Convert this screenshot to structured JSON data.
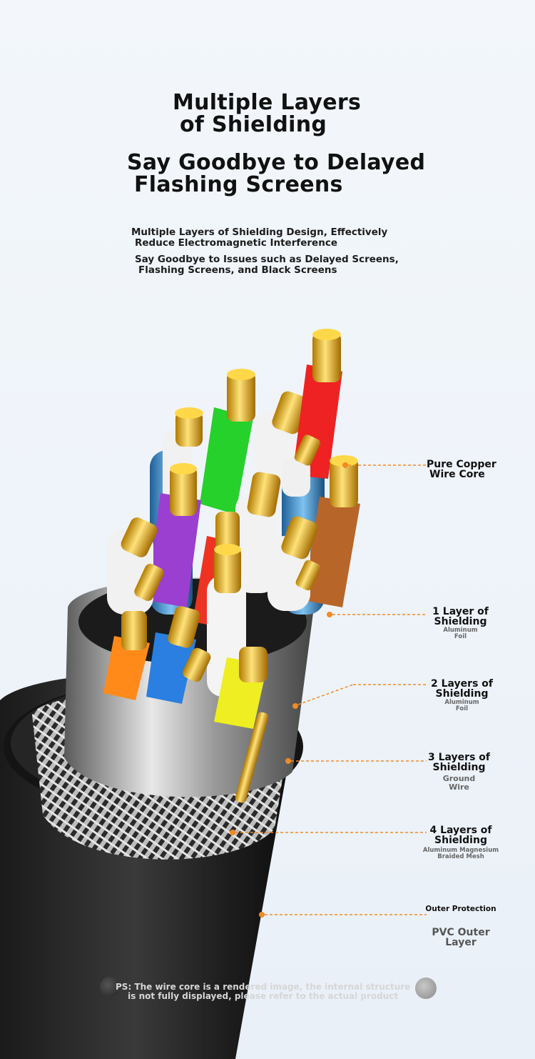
{
  "headline": {
    "line1": "Multiple Layers",
    "line2": "of Shielding",
    "line3": "Say Goodbye to Delayed",
    "line4": "Flashing Screens"
  },
  "description": {
    "p1_line1": "Multiple Layers of Shielding Design, Effectively",
    "p1_line2": "Reduce Electromagnetic Interference",
    "p2_line1": "Say Goodbye to Issues such as Delayed Screens,",
    "p2_line2": "Flashing Screens, and Black Screens"
  },
  "callouts": [
    {
      "main1": "Pure Copper",
      "main2": "Wire Core"
    },
    {
      "main1": "1 Layer of",
      "main2": "Shielding",
      "sub1": "Aluminum",
      "sub2": "Foil"
    },
    {
      "main1": "2 Layers of",
      "main2": "Shielding",
      "sub1": "Aluminum",
      "sub2": "Foil"
    },
    {
      "main1": "3 Layers of",
      "main2": "Shielding",
      "sub1": "Ground",
      "sub2": "Wire"
    },
    {
      "main1": "4 Layers of",
      "main2": "Shielding",
      "sub1": "Aluminum Magnesium",
      "sub2": "Braided Mesh"
    },
    {
      "main0": "Outer Protection",
      "main1": "PVC Outer",
      "main2": "Layer"
    }
  ],
  "note": {
    "line1": "PS: The wire core is a rendered image, the internal structure",
    "line2": "is not fully displayed, please refer to the actual product"
  },
  "colors": {
    "accent": "#f08a24",
    "gold": "#e8b400",
    "wires": [
      "#f5f5f5",
      "#22cc22",
      "#f5f5f5",
      "#ee2222",
      "#9a3fcf",
      "#f5f5f5",
      "#b8652a",
      "#f5f5f5",
      "#ee3322",
      "#f5f5f5",
      "#ff8a1a",
      "#2a7fe0",
      "#f5f5f5",
      "#eeee22",
      "#f5f5f5"
    ]
  }
}
